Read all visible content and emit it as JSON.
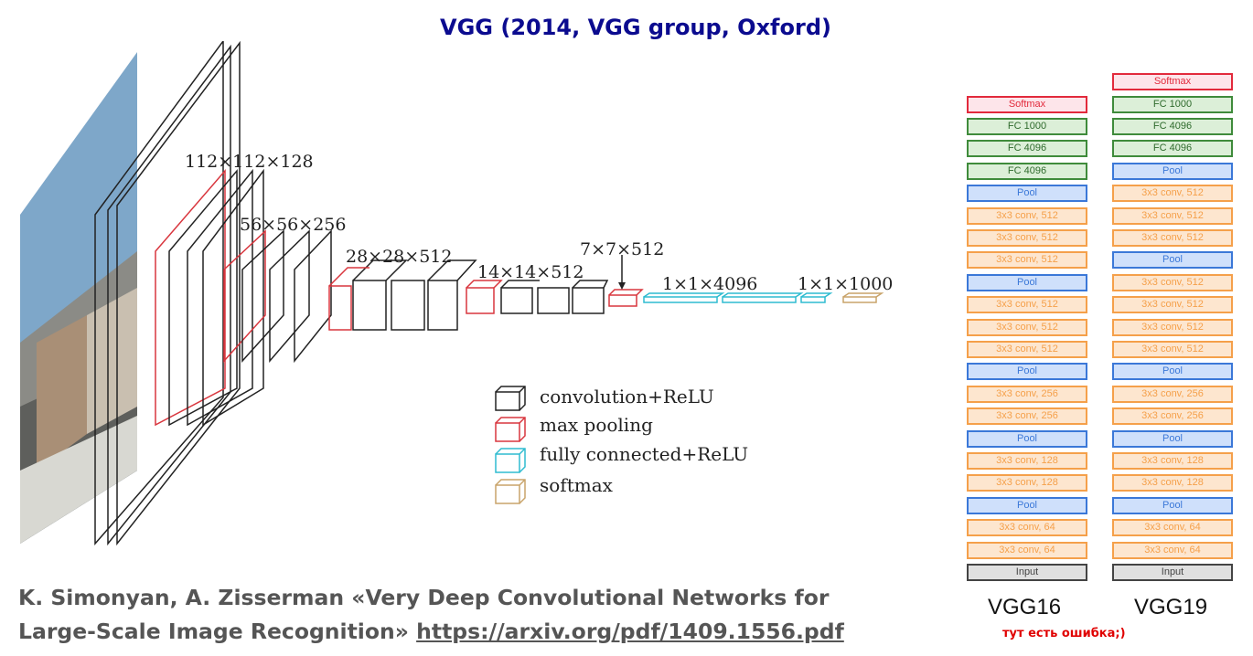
{
  "title": "VGG (2014, VGG group, Oxford)",
  "diagram": {
    "dim_labels": [
      "112×112×128",
      "56×56×256",
      "28×28×512",
      "14×14×512",
      "7×7×512",
      "1×1×4096",
      "1×1×1000"
    ],
    "legend": [
      {
        "label": "convolution+ReLU",
        "color": "#222222"
      },
      {
        "label": "max pooling",
        "color": "#d9363e"
      },
      {
        "label": "fully connected+ReLU",
        "color": "#2fbcd0"
      },
      {
        "label": "softmax",
        "color": "#c9a46a"
      }
    ]
  },
  "vgg16": {
    "name": "VGG16",
    "layers": [
      {
        "label": "Softmax",
        "type": "softmax"
      },
      {
        "label": "FC 1000",
        "type": "fc"
      },
      {
        "label": "FC 4096",
        "type": "fc"
      },
      {
        "label": "FC 4096",
        "type": "fc"
      },
      {
        "label": "Pool",
        "type": "pool"
      },
      {
        "label": "3x3 conv, 512",
        "type": "conv"
      },
      {
        "label": "3x3 conv, 512",
        "type": "conv"
      },
      {
        "label": "3x3 conv, 512",
        "type": "conv"
      },
      {
        "label": "Pool",
        "type": "pool"
      },
      {
        "label": "3x3 conv, 512",
        "type": "conv"
      },
      {
        "label": "3x3 conv, 512",
        "type": "conv"
      },
      {
        "label": "3x3 conv, 512",
        "type": "conv"
      },
      {
        "label": "Pool",
        "type": "pool"
      },
      {
        "label": "3x3 conv, 256",
        "type": "conv"
      },
      {
        "label": "3x3 conv, 256",
        "type": "conv"
      },
      {
        "label": "Pool",
        "type": "pool"
      },
      {
        "label": "3x3 conv, 128",
        "type": "conv"
      },
      {
        "label": "3x3 conv, 128",
        "type": "conv"
      },
      {
        "label": "Pool",
        "type": "pool"
      },
      {
        "label": "3x3 conv, 64",
        "type": "conv"
      },
      {
        "label": "3x3 conv, 64",
        "type": "conv"
      },
      {
        "label": "Input",
        "type": "input"
      }
    ]
  },
  "vgg19": {
    "name": "VGG19",
    "layers": [
      {
        "label": "Softmax",
        "type": "softmax"
      },
      {
        "label": "FC 1000",
        "type": "fc"
      },
      {
        "label": "FC 4096",
        "type": "fc"
      },
      {
        "label": "FC 4096",
        "type": "fc"
      },
      {
        "label": "Pool",
        "type": "pool"
      },
      {
        "label": "3x3 conv, 512",
        "type": "conv"
      },
      {
        "label": "3x3 conv, 512",
        "type": "conv"
      },
      {
        "label": "3x3 conv, 512",
        "type": "conv"
      },
      {
        "label": "Pool",
        "type": "pool"
      },
      {
        "label": "3x3 conv, 512",
        "type": "conv"
      },
      {
        "label": "3x3 conv, 512",
        "type": "conv"
      },
      {
        "label": "3x3 conv, 512",
        "type": "conv"
      },
      {
        "label": "3x3 conv, 512",
        "type": "conv"
      },
      {
        "label": "Pool",
        "type": "pool"
      },
      {
        "label": "3x3 conv, 256",
        "type": "conv"
      },
      {
        "label": "3x3 conv, 256",
        "type": "conv"
      },
      {
        "label": "Pool",
        "type": "pool"
      },
      {
        "label": "3x3 conv, 128",
        "type": "conv"
      },
      {
        "label": "3x3 conv, 128",
        "type": "conv"
      },
      {
        "label": "Pool",
        "type": "pool"
      },
      {
        "label": "3x3 conv, 64",
        "type": "conv"
      },
      {
        "label": "3x3 conv, 64",
        "type": "conv"
      },
      {
        "label": "Input",
        "type": "input"
      }
    ]
  },
  "note": "тут есть ошибка;)",
  "citation": {
    "line1": "K. Simonyan, A. Zisserman «Very Deep Convolutional Networks for",
    "line2": "Large-Scale Image Recognition»",
    "link": "https://arxiv.org/pdf/1409.1556.pdf"
  }
}
